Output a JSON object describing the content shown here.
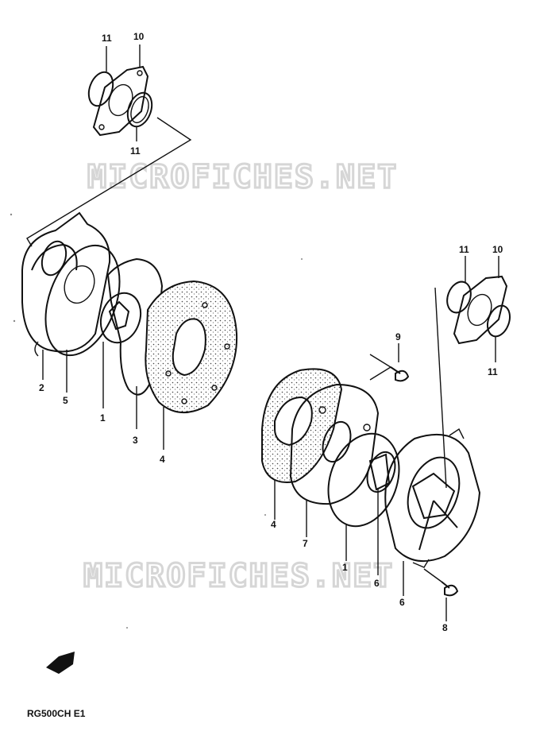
{
  "watermark": "MICROFICHES.NET",
  "caption": "RG500CH E1",
  "labels": {
    "a11": "11",
    "a10": "10",
    "a11b": "11",
    "b2": "2",
    "b5": "5",
    "b1": "1",
    "b3": "3",
    "b4": "4",
    "c11": "11",
    "c10": "10",
    "c11b": "11",
    "d9": "9",
    "d4": "4",
    "d7": "7",
    "d1": "1",
    "d6a": "6",
    "d6b": "6",
    "d8": "8"
  },
  "icons": {
    "direction": "arrow-front-icon"
  }
}
